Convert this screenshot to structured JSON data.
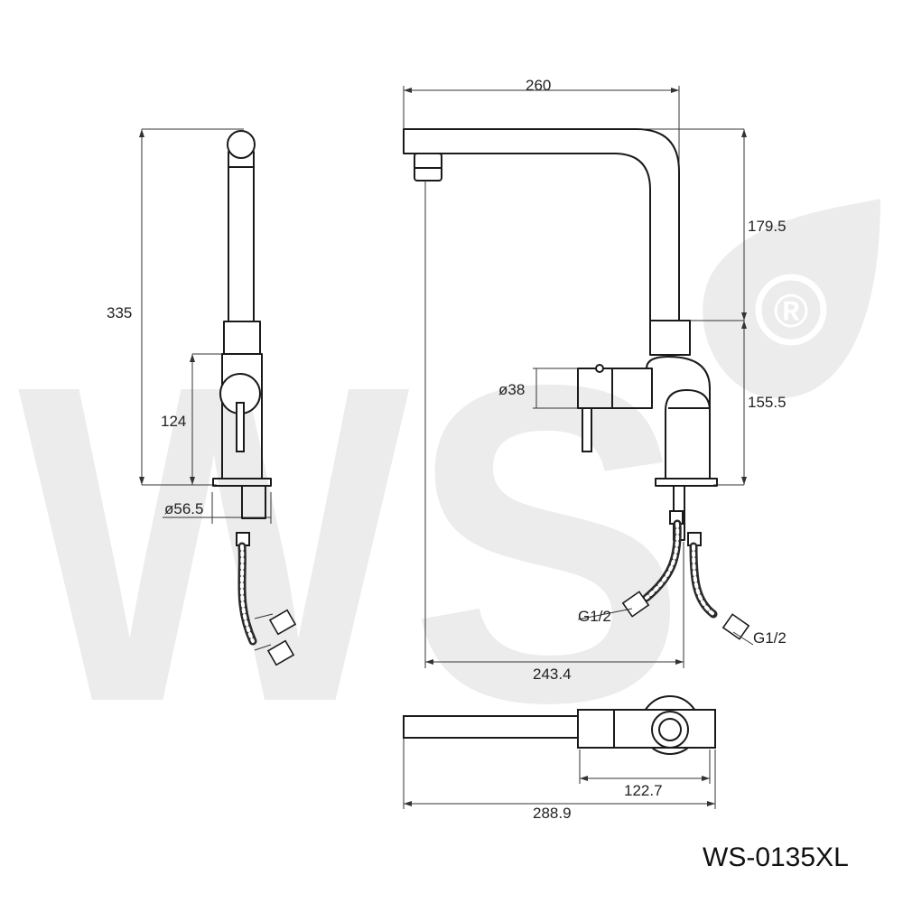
{
  "watermark": {
    "brand": "WS",
    "registered": "®",
    "color": "#ececec"
  },
  "drawing": {
    "model": "WS-0135XL",
    "line_color": "#1a1a1a",
    "dimensions": {
      "height_total": "335",
      "body_height": "124",
      "base_diameter": "ø56.5",
      "spout_reach": "260",
      "spout_height": "179.5",
      "body_to_base": "155.5",
      "body_diameter": "ø38",
      "reach_from_base": "243.4",
      "top_inner": "122.7",
      "top_total": "288.9"
    },
    "connections": {
      "left": "G1/2",
      "right": "G1/2"
    }
  }
}
